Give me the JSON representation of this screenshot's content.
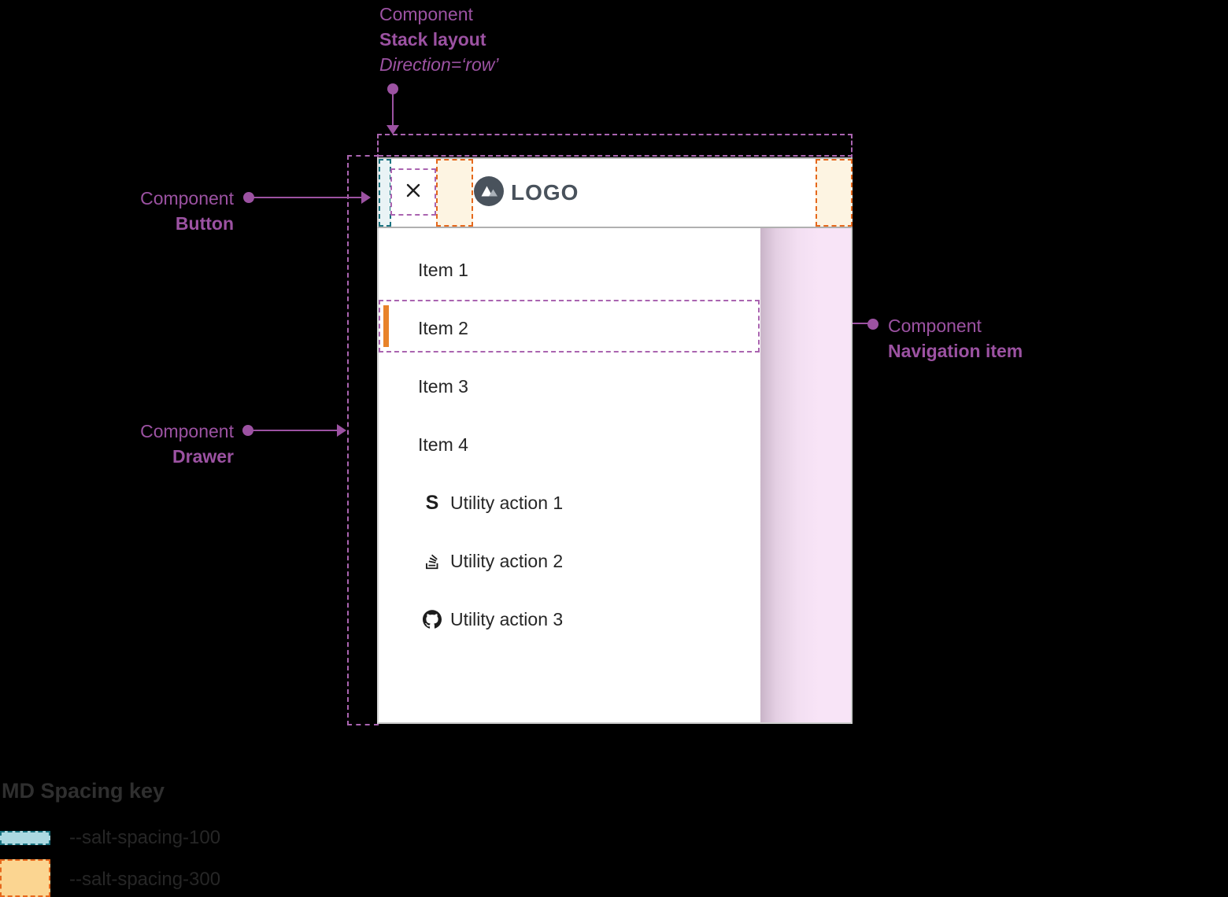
{
  "annotations": {
    "stack_layout": {
      "eyebrow": "Component",
      "title": "Stack layout",
      "subtitle": "Direction=‘row’"
    },
    "button": {
      "eyebrow": "Component",
      "title": "Button"
    },
    "drawer": {
      "eyebrow": "Component",
      "title": "Drawer"
    },
    "navigation_item": {
      "eyebrow": "Component",
      "title": "Navigation item"
    }
  },
  "drawer_ui": {
    "logo_text": "LOGO",
    "nav_items": [
      {
        "label": "Item 1",
        "active": false
      },
      {
        "label": "Item 2",
        "active": true
      },
      {
        "label": "Item 3",
        "active": false
      },
      {
        "label": "Item 4",
        "active": false
      }
    ],
    "utility_actions": [
      {
        "label": "Utility action 1",
        "icon": "s-logo-icon",
        "glyph": "S"
      },
      {
        "label": "Utility action 2",
        "icon": "stackoverflow-icon"
      },
      {
        "label": "Utility action 3",
        "icon": "github-icon"
      }
    ]
  },
  "legend": {
    "title": "MD Spacing key",
    "items": [
      {
        "token": "--salt-spacing-100",
        "fill": "#abd9e1",
        "border": "#1a7380"
      },
      {
        "token": "--salt-spacing-300",
        "fill": "#fbd591",
        "border": "#e5681c"
      }
    ]
  },
  "colors": {
    "annotation_purple": "#9c52a2",
    "guide_purple_dashed": "#aa64b0",
    "spacing_100_teal": "#1a7380",
    "spacing_300_orange": "#e5681c",
    "active_indicator_orange": "#e8832a",
    "backdrop_pink": "#f8e4f7",
    "logo_slate": "#49525c",
    "text_dark": "#262626"
  }
}
